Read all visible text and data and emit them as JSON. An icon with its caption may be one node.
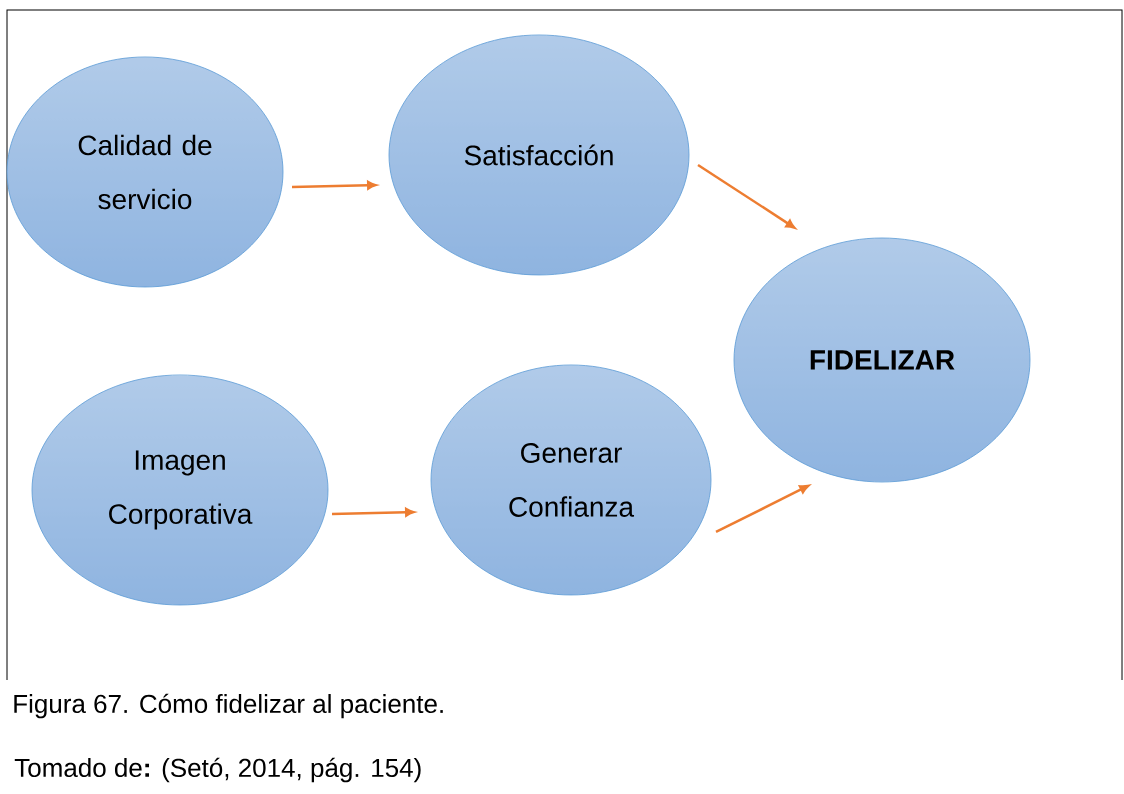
{
  "diagram": {
    "caption": "Figura 67. Cómo fidelizar al paciente.",
    "nodes": [
      {
        "text": [
          "Calidad de servicio"
        ]
      },
      {
        "text": [
          "Satisfacción"
        ]
      },
      {
        "text": [
          "FIDELIZAR"
        ]
      },
      {
        "text": [
          "Imagen Corporativa"
        ]
      },
      {
        "text": [
          "Generar Confianza"
        ]
      }
    ],
    "edges": [
      {
        "from": 0,
        "to": 1,
        "arrow": "to"
      },
      {
        "from": 1,
        "to": 2,
        "arrow": "to"
      },
      {
        "from": 3,
        "to": 4,
        "arrow": "to"
      },
      {
        "from": 4,
        "to": 2,
        "arrow": "to"
      }
    ],
    "labels": [
      "Tomado de**:** (Setó, 2014, pág. 154)"
    ]
  }
}
